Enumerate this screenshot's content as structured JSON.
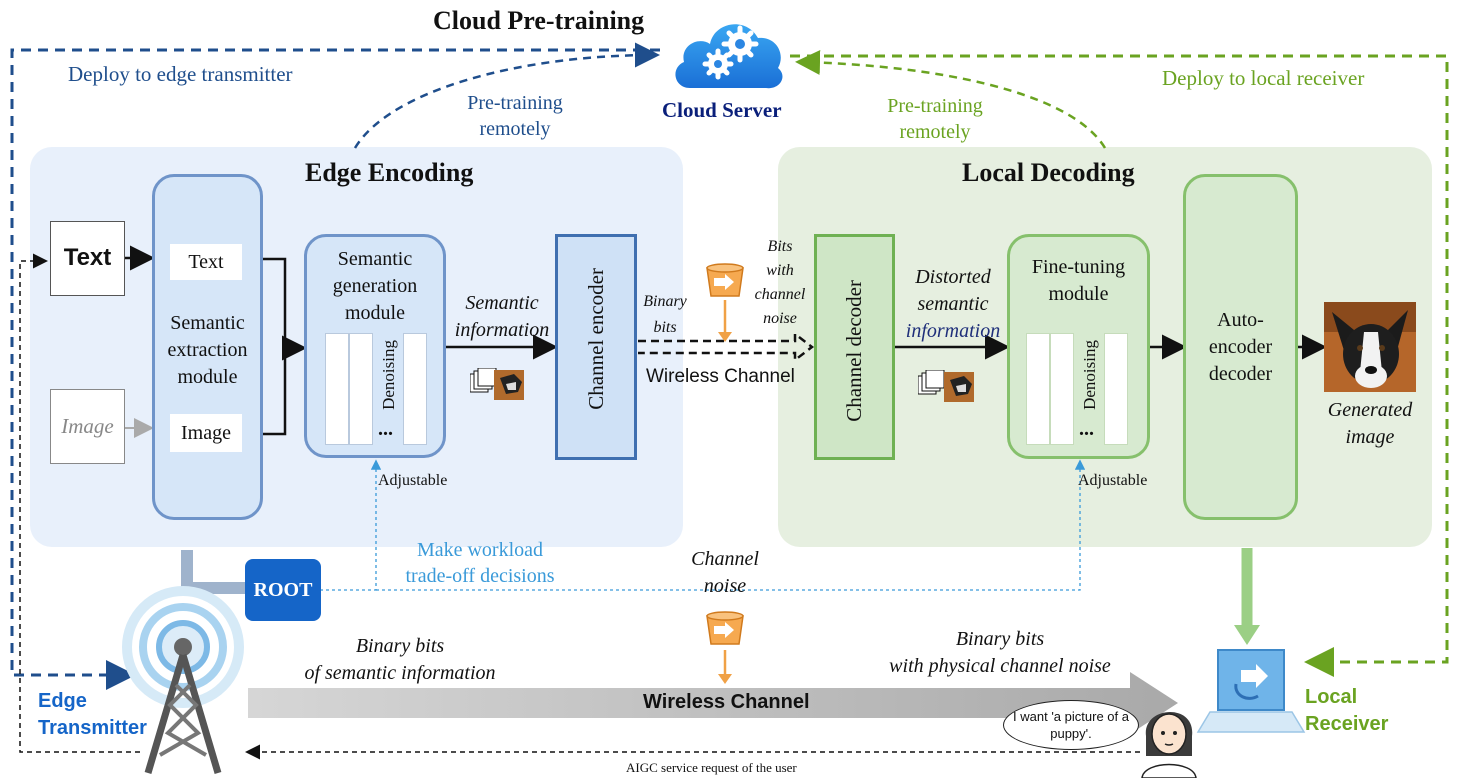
{
  "title": "Cloud Pre-training",
  "cloud_server": "Cloud Server",
  "deploy_edge": "Deploy to edge transmitter",
  "deploy_local": "Deploy to local receiver",
  "pretrain_left": [
    "Pre-training",
    "remotely"
  ],
  "pretrain_right": [
    "Pre-training",
    "remotely"
  ],
  "edge_encoding": {
    "title": "Edge Encoding",
    "text_input": "Text",
    "image_input": "Image",
    "extraction": {
      "text": "Text",
      "image": "Image",
      "label": [
        "Semantic",
        "extraction",
        "module"
      ]
    },
    "generation": {
      "label": [
        "Semantic",
        "generation",
        "module"
      ],
      "denoising": "Denoising",
      "dots": "..."
    },
    "semantic_info": [
      "Semantic",
      "information"
    ],
    "channel_encoder": "Channel encoder",
    "adjustable": "Adjustable"
  },
  "channel_middle": {
    "binary_bits": [
      "Binary",
      "bits"
    ],
    "bits_noise": [
      "Bits",
      "with",
      "channel",
      "noise"
    ],
    "wireless": "Wireless Channel"
  },
  "local_decoding": {
    "title": "Local Decoding",
    "channel_decoder": "Channel decoder",
    "distorted": [
      "Distorted",
      "semantic",
      "information"
    ],
    "finetune": {
      "label": [
        "Fine-tuning",
        "module"
      ],
      "denoising": "Denoising",
      "dots": "..."
    },
    "autoencoder": [
      "Auto-",
      "encoder",
      "decoder"
    ],
    "generated": [
      "Generated",
      "image"
    ],
    "adjustable": "Adjustable"
  },
  "root": "ROOT",
  "workload": [
    "Make workload",
    "trade-off decisions"
  ],
  "channel_noise": [
    "Channel",
    "noise"
  ],
  "binary_semantic": [
    "Binary bits",
    "of semantic information"
  ],
  "binary_physical": [
    "Binary bits",
    "with physical channel noise"
  ],
  "wireless_bottom": "Wireless Channel",
  "edge_transmitter": [
    "Edge",
    "Transmitter"
  ],
  "local_receiver": [
    "Local",
    "Receiver"
  ],
  "speech": [
    "I want 'a picture of a",
    "puppy'."
  ],
  "aigc_request": "AIGC service request of the user",
  "colors": {
    "blue_dark": "#1f4e8c",
    "blue_mid": "#3b6eb5",
    "blue_light": "#3a9ad9",
    "green": "#6aa321",
    "root_blue": "#1565c8"
  }
}
